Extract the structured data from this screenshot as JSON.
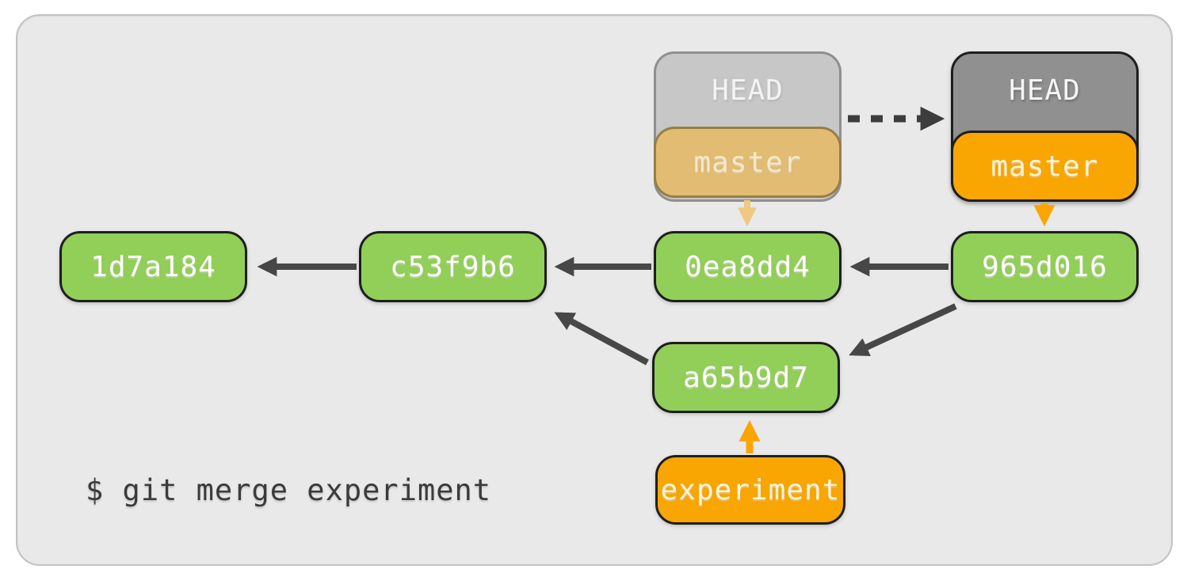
{
  "canvas": {
    "background": "#ffffff",
    "panel_background": "#e9e9e9",
    "panel_border": "#c2c2c2"
  },
  "colors": {
    "commit_green": "#92cf58",
    "branch_orange": "#f9a602",
    "head_gray": "#909090",
    "faded_head_gray": "#c7c7c7",
    "faded_master_tan": "#e2bc72",
    "node_border_dark": "#1e1e1e",
    "arrow_dark": "#474747",
    "arrow_dashed_dark": "#3d3d3d",
    "arrow_orange": "#f9a602",
    "arrow_orange_faded": "#efc981",
    "command_text": "#3b3b3b"
  },
  "pointers": {
    "faded_head": {
      "label": "HEAD"
    },
    "faded_master": {
      "label": "master"
    },
    "head": {
      "label": "HEAD"
    },
    "master": {
      "label": "master"
    },
    "experiment": {
      "label": "experiment"
    }
  },
  "commits": [
    {
      "id": "1d7a184"
    },
    {
      "id": "c53f9b6"
    },
    {
      "id": "0ea8dd4"
    },
    {
      "id": "965d016"
    },
    {
      "id": "a65b9d7"
    }
  ],
  "edges": [
    {
      "from": "c53f9b6",
      "to": "1d7a184",
      "style": "solid",
      "color": "dark"
    },
    {
      "from": "0ea8dd4",
      "to": "c53f9b6",
      "style": "solid",
      "color": "dark"
    },
    {
      "from": "965d016",
      "to": "0ea8dd4",
      "style": "solid",
      "color": "dark"
    },
    {
      "from": "965d016",
      "to": "a65b9d7",
      "style": "solid",
      "color": "dark"
    },
    {
      "from": "a65b9d7",
      "to": "c53f9b6",
      "style": "solid",
      "color": "dark"
    },
    {
      "from": "faded-head-master",
      "to": "head-master",
      "style": "dashed",
      "color": "dark"
    },
    {
      "from": "faded-master",
      "to": "0ea8dd4",
      "style": "solid",
      "color": "orange-faded"
    },
    {
      "from": "master",
      "to": "965d016",
      "style": "solid",
      "color": "orange"
    },
    {
      "from": "experiment",
      "to": "a65b9d7",
      "style": "solid",
      "color": "orange"
    }
  ],
  "terminal": {
    "command": "$ git merge experiment"
  }
}
